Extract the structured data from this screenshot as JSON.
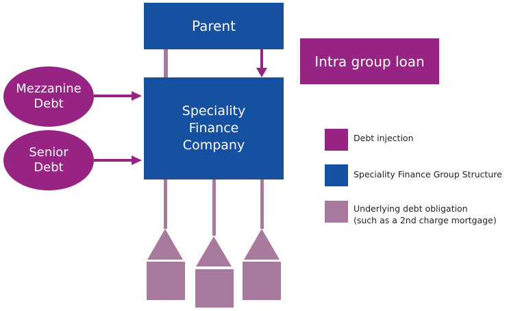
{
  "nodes": {
    "parent": "Parent",
    "company": "Speciality\nFinance\nCompany",
    "intra_group_loan": "Intra group loan",
    "mezzanine": "Mezzanine\nDebt",
    "senior": "Senior\nDebt"
  },
  "legend": [
    {
      "label": "Debt injection",
      "color": "#972483"
    },
    {
      "label": "Speciality Finance Group Structure",
      "color": "#1650a0"
    },
    {
      "label": "Underlying debt obligation\n(such as a 2nd charge mortgage)",
      "color": "#a87b9e"
    }
  ],
  "colors": {
    "group_structure": "#1650a0",
    "debt_injection": "#972483",
    "underlying_obligation": "#a87b9e"
  },
  "underlying_assets_count": 3
}
